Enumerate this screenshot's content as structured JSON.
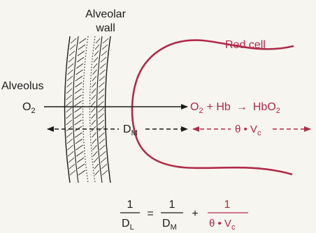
{
  "labels": {
    "wall_line1": "Alveolar",
    "wall_line2": "wall",
    "alveolus": "Alveolus",
    "red_cell": "Red cell",
    "o2": "O",
    "o2_sub": "2",
    "reaction_o2": "O",
    "reaction_o2_sub": "2",
    "reaction_mid": "+ Hb",
    "reaction_arrow": "→",
    "reaction_hbo": "HbO",
    "reaction_hbo_sub": "2",
    "dm": "D",
    "dm_sub": "M",
    "theta_vc": "θ • V",
    "theta_vc_sub": "c"
  },
  "equation": {
    "one_left": "1",
    "dl": "D",
    "dl_sub": "L",
    "equals": "=",
    "one_mid": "1",
    "dm": "D",
    "dm_sub": "M",
    "plus": "+",
    "one_right": "1",
    "theta_vc": "θ • V",
    "theta_vc_sub": "c"
  },
  "colors": {
    "ink": "#1c1c1c",
    "red": "#b02a4a",
    "background": "#f7f5ef"
  }
}
